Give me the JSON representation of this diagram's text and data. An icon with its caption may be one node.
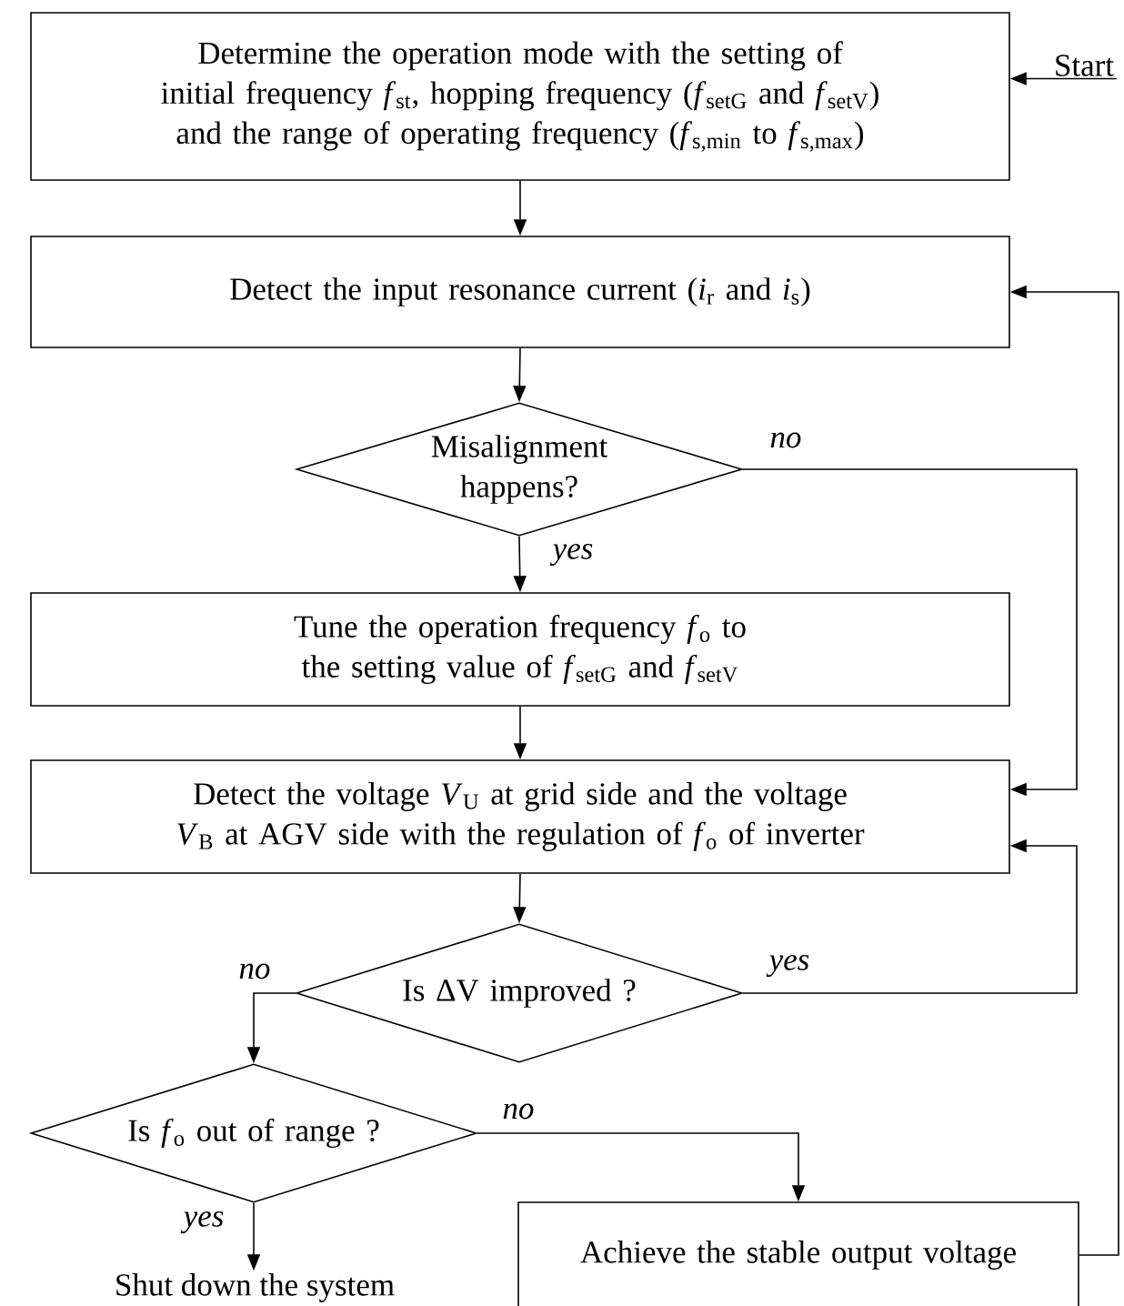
{
  "diagram": {
    "nodes": [
      {
        "text": [
          "Determine the operation mode with the setting of initial frequency *f*$_{st}$, hopping frequency (*f*$_{setG}$ and *f*$_{setV}$) and the range of operating frequency (*f*$_{s,min}$ to *f*$_{s,max}$)"
        ]
      },
      {
        "text": [
          "Start"
        ]
      },
      {
        "text": [
          "Detect the input resonance current (*i*$_{r}$ and *i*$_{s}$)"
        ]
      },
      {
        "text": [
          "Misalignment happens?"
        ]
      },
      {
        "text": [
          "Tune the operation frequency *f*$_{o}$ to the setting value of *f*$_{setG}$ and *f*$_{setV}$"
        ]
      },
      {
        "text": [
          "Detect the voltage *V*$_{U}$ at grid side and the voltage *V*$_{B}$ at AGV side with the regulation of *f*$_{o}$ of inverter"
        ]
      },
      {
        "text": [
          "Is ΔV improved ?"
        ]
      },
      {
        "text": [
          "Is *f*$_{o}$ out of range ?"
        ]
      },
      {
        "text": [
          "Shut down the system"
        ]
      },
      {
        "text": [
          "Achieve the stable output voltage"
        ]
      }
    ],
    "edges": [
      {
        "from": 1,
        "to": 0,
        "arrow": "to"
      },
      {
        "from": 0,
        "to": 2,
        "arrow": "to"
      },
      {
        "from": 2,
        "to": 3,
        "arrow": "to"
      },
      {
        "from": 3,
        "to": 4,
        "arrow": "to",
        "label": "yes"
      },
      {
        "from": 3,
        "to": 5,
        "arrow": "to",
        "label": "no"
      },
      {
        "from": 4,
        "to": 5,
        "arrow": "to"
      },
      {
        "from": 5,
        "to": 6,
        "arrow": "to"
      },
      {
        "from": 6,
        "to": 5,
        "arrow": "to",
        "label": "yes"
      },
      {
        "from": 6,
        "to": 7,
        "arrow": "to",
        "label": "no"
      },
      {
        "from": 7,
        "to": 8,
        "arrow": "to",
        "label": "yes"
      },
      {
        "from": 7,
        "to": 9,
        "arrow": "to",
        "label": "no"
      },
      {
        "from": 9,
        "to": 2,
        "arrow": "to"
      }
    ]
  }
}
